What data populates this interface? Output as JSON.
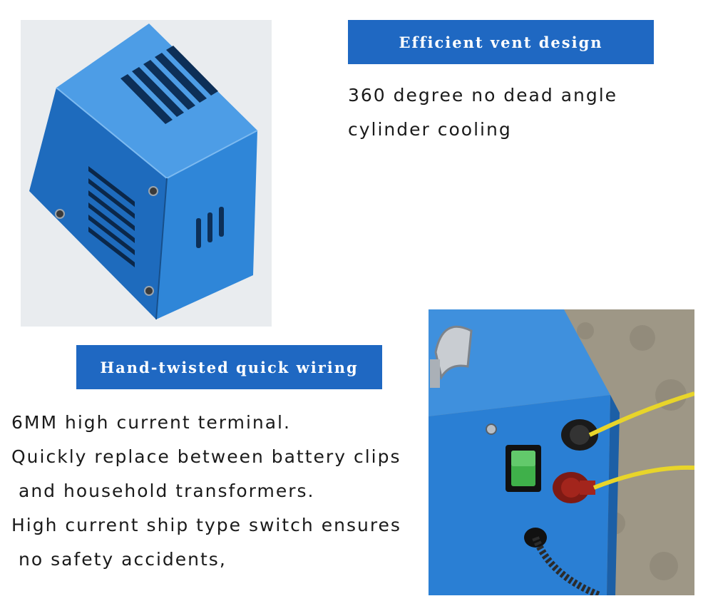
{
  "vent_section": {
    "title": "Efficient vent design",
    "lines": [
      "360 degree no dead angle",
      "cylinder cooling"
    ],
    "photo": "blue-metal-housing-with-vents"
  },
  "wiring_section": {
    "title": "Hand-twisted quick wiring",
    "lines": [
      "6MM high current terminal.",
      "Quickly replace between battery clips",
      " and household transformers.",
      "High current ship type switch ensures",
      " no safety accidents,"
    ],
    "photo": "blue-case-with-switch-and-terminals"
  },
  "colors": {
    "banner": "#1f68c2",
    "housing": "#2a7fd4",
    "text": "#1a1a1a",
    "switch": "#3fb04a",
    "terminal_red": "#a3251c",
    "cable": "#e8d52a"
  }
}
